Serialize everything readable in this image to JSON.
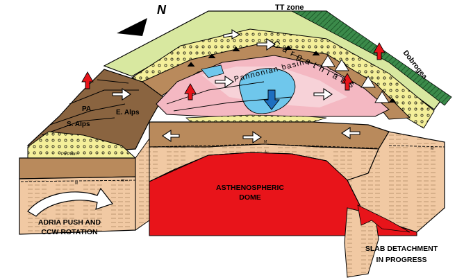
{
  "labels": {
    "north": "N",
    "tt_zone": "TT zone",
    "dobrogea": "Dobrogea",
    "carpathians": "Carpathians",
    "pannonian_basin": "Pannonian basin",
    "pa": "PA",
    "e_alps": "E. Alps",
    "s_alps": "S. Alps",
    "po_plain": "Po Plain",
    "asthenospheric_dome_1": "ASTHENOSPHERIC",
    "asthenospheric_dome_2": "DOME",
    "adria_1": "ADRIA PUSH AND",
    "adria_2": "CCW ROTATION",
    "slab_1": "SLAB DETACHMENT",
    "slab_2": "IN PROGRESS",
    "moho_m1": "M",
    "moho_m2": "M",
    "moho_m3": "M",
    "moho_m4": "M",
    "moho_l": "L"
  },
  "colors": {
    "asthenosphere": "#e8141a",
    "basin_pink": "#f4b8c2",
    "green_foreland": "#d8e8a0",
    "yellow_flysch": "#f4ef9a",
    "brown_crust": "#b98a5c",
    "dark_brown": "#8a6440",
    "lithosphere": "#f1c9a3",
    "water_blue": "#6fc7ec",
    "arrow_red": "#e8141a",
    "dobrogea_green": "#3b8a4a"
  }
}
